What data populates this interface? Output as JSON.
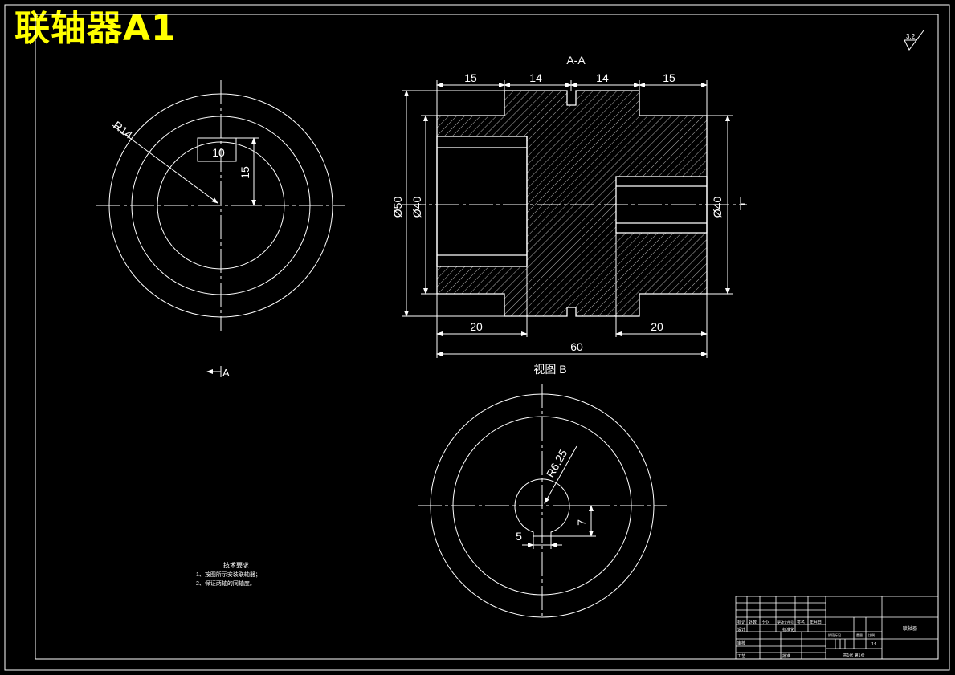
{
  "title": "联轴器A1",
  "colors": {
    "background": "#000000",
    "lines": "#ffffff",
    "title": "#ffff00"
  },
  "section_view": {
    "label": "A-A",
    "dims_top": [
      "15",
      "14",
      "14",
      "15"
    ],
    "dims_bottom": [
      "20",
      "20"
    ],
    "overall_length": "60",
    "dia_outer": "Ø50",
    "dia_bore_left": "Ø40",
    "dia_bore_right": "Ø40"
  },
  "left_view": {
    "radius_label": "R14",
    "keyway_width": "10",
    "keyway_depth": "15",
    "section_marker": "A"
  },
  "view_b": {
    "label": "视图 B",
    "radius_label": "R6.25",
    "slot_width": "5",
    "slot_height": "7"
  },
  "roughness": {
    "value": "3.2"
  },
  "tech_notes": {
    "heading": "技术要求",
    "items": [
      "1、按图所示安装联轴器；",
      "2、保证两轴的同轴度。"
    ]
  },
  "title_block": {
    "part_name": "联轴器",
    "scale": "1:1",
    "sheet": "共1张 第1张",
    "row_labels": [
      "标记",
      "设计",
      "审核",
      "工艺"
    ],
    "header_cells": [
      "处数",
      "分区",
      "更改文件号",
      "签名",
      "年月日"
    ],
    "mid_labels": [
      "标准化",
      "批准"
    ],
    "stage_labels": [
      "阶段标记",
      "重量",
      "比例"
    ]
  }
}
